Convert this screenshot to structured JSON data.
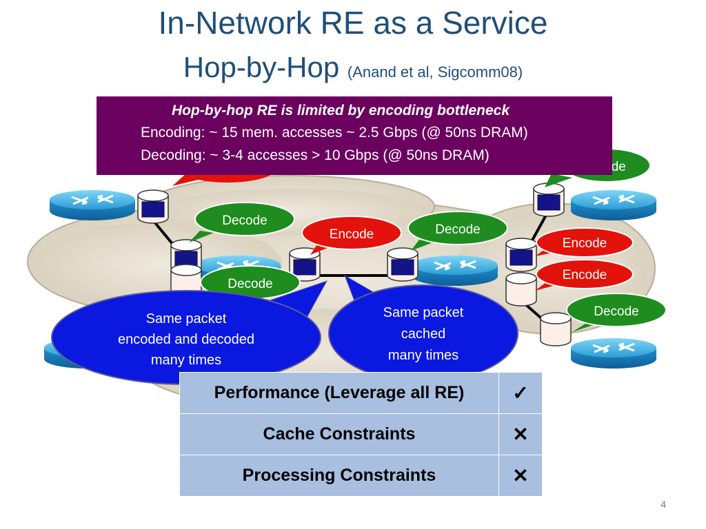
{
  "title": "In-Network RE as a Service",
  "subtitle": "Hop-by-Hop",
  "citation": "(Anand et al, Sigcomm08)",
  "info_box": {
    "heading": "Hop-by-hop RE is limited by encoding bottleneck",
    "line1": "Encoding: ~ 15 mem. accesses ~ 2.5 Gbps (@ 50ns DRAM)",
    "line2": "Decoding: ~ 3-4 accesses > 10 Gbps (@ 50ns DRAM)"
  },
  "labels": {
    "encode": "Encode",
    "decode": "Decode",
    "partial_decode": "ode"
  },
  "callouts": {
    "left": [
      "Same packet",
      "encoded and decoded",
      "many times"
    ],
    "right": [
      "Same packet",
      "cached",
      "many times"
    ]
  },
  "table": [
    {
      "label": "Performance (Leverage all RE)",
      "mark": "✓"
    },
    {
      "label": "Cache Constraints",
      "mark": "✕"
    },
    {
      "label": "Processing Constraints",
      "mark": "✕"
    }
  ],
  "colors": {
    "encode": "#E3120B",
    "decode": "#1E8C1E",
    "callout": "#0A18E0",
    "box": "#6B005E",
    "title": "#1F4E79",
    "cloud": "#E2DACB"
  },
  "icons": [
    "router-icon",
    "cache-cylinder-icon"
  ],
  "page_number": "4"
}
